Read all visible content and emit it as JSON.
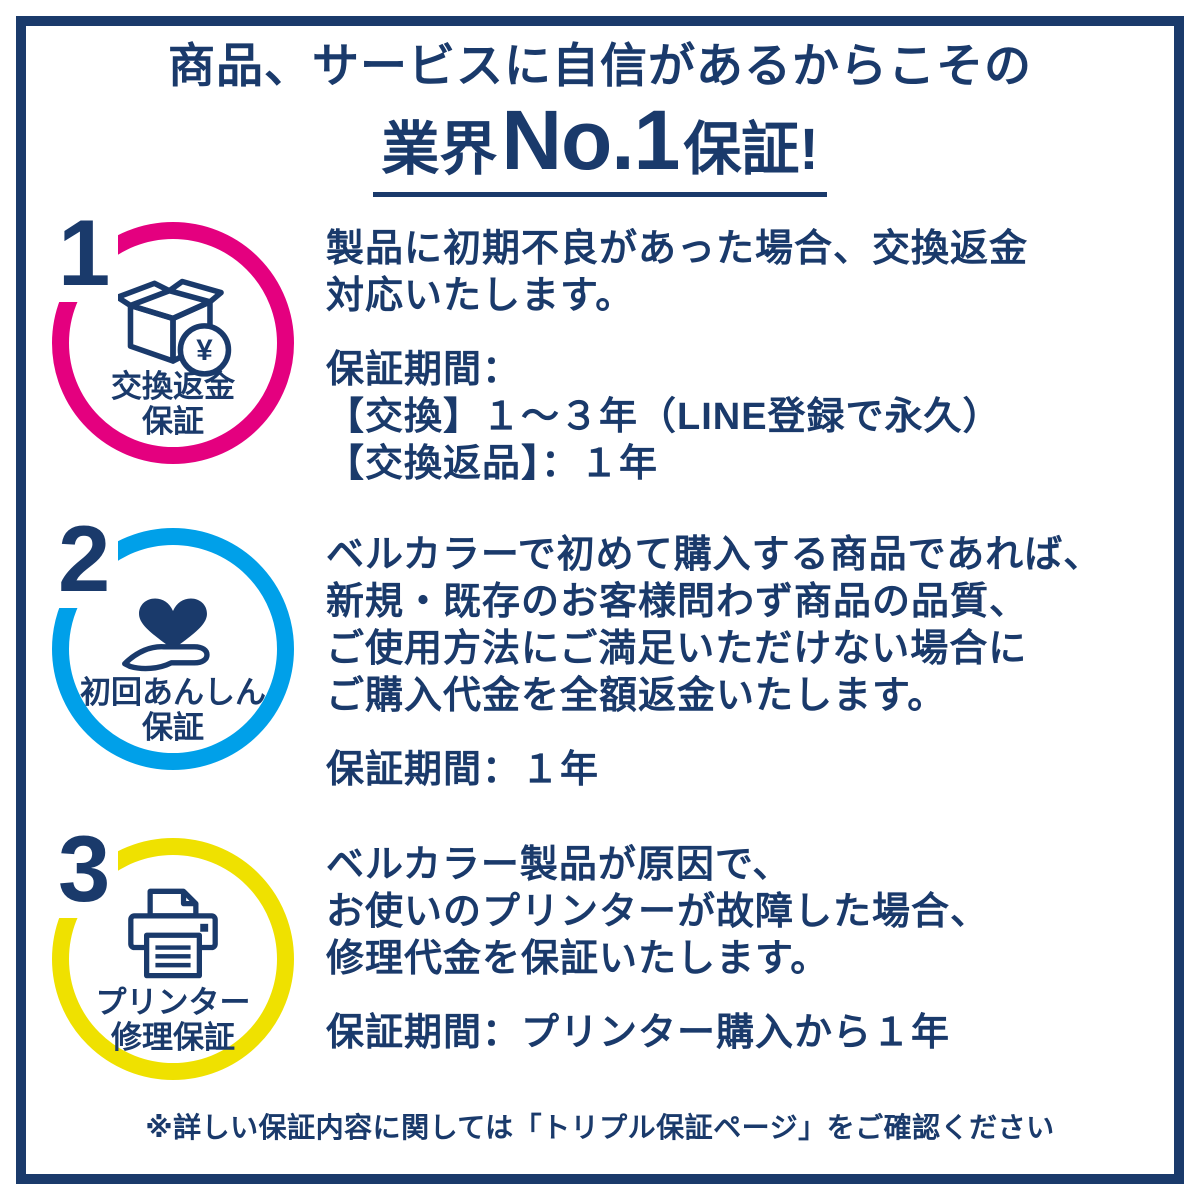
{
  "colors": {
    "navy": "#1a3a6b",
    "magenta": "#e4007f",
    "cyan": "#00a0e9",
    "yellow": "#efe100",
    "background": "#ffffff"
  },
  "header": {
    "line1": "商品、サービスに自信があるからこその",
    "line2_prefix": "業界",
    "line2_no1": "No.1",
    "line2_suffix": "保証!"
  },
  "items": [
    {
      "number": "1",
      "icon": "package-yen-icon",
      "ring_color": "#e4007f",
      "badge_label": [
        "交換返金",
        "保証"
      ],
      "desc": [
        "製品に初期不良があった場合、交換返金",
        "対応いたします。"
      ],
      "period": [
        "保証期間：",
        "【交換】１～３年（LINE登録で永久）",
        "【交換返品】：１年"
      ]
    },
    {
      "number": "2",
      "icon": "hand-heart-icon",
      "ring_color": "#00a0e9",
      "badge_label": [
        "初回あんしん",
        "保証"
      ],
      "desc": [
        "ベルカラーで初めて購入する商品であれば、",
        "新規・既存のお客様問わず商品の品質、",
        "ご使用方法にご満足いただけない場合に",
        "ご購入代金を全額返金いたします。"
      ],
      "period": [
        "保証期間：１年"
      ]
    },
    {
      "number": "3",
      "icon": "printer-icon",
      "ring_color": "#efe100",
      "badge_label": [
        "プリンター",
        "修理保証"
      ],
      "desc": [
        "ベルカラー製品が原因で、",
        "お使いのプリンターが故障した場合、",
        "修理代金を保証いたします。"
      ],
      "period": [
        "保証期間：プリンター購入から１年"
      ]
    }
  ],
  "icon_labels": {
    "yen_symbol": "¥"
  },
  "footer": "※詳しい保証内容に関しては「トリプル保証ページ」をご確認ください"
}
